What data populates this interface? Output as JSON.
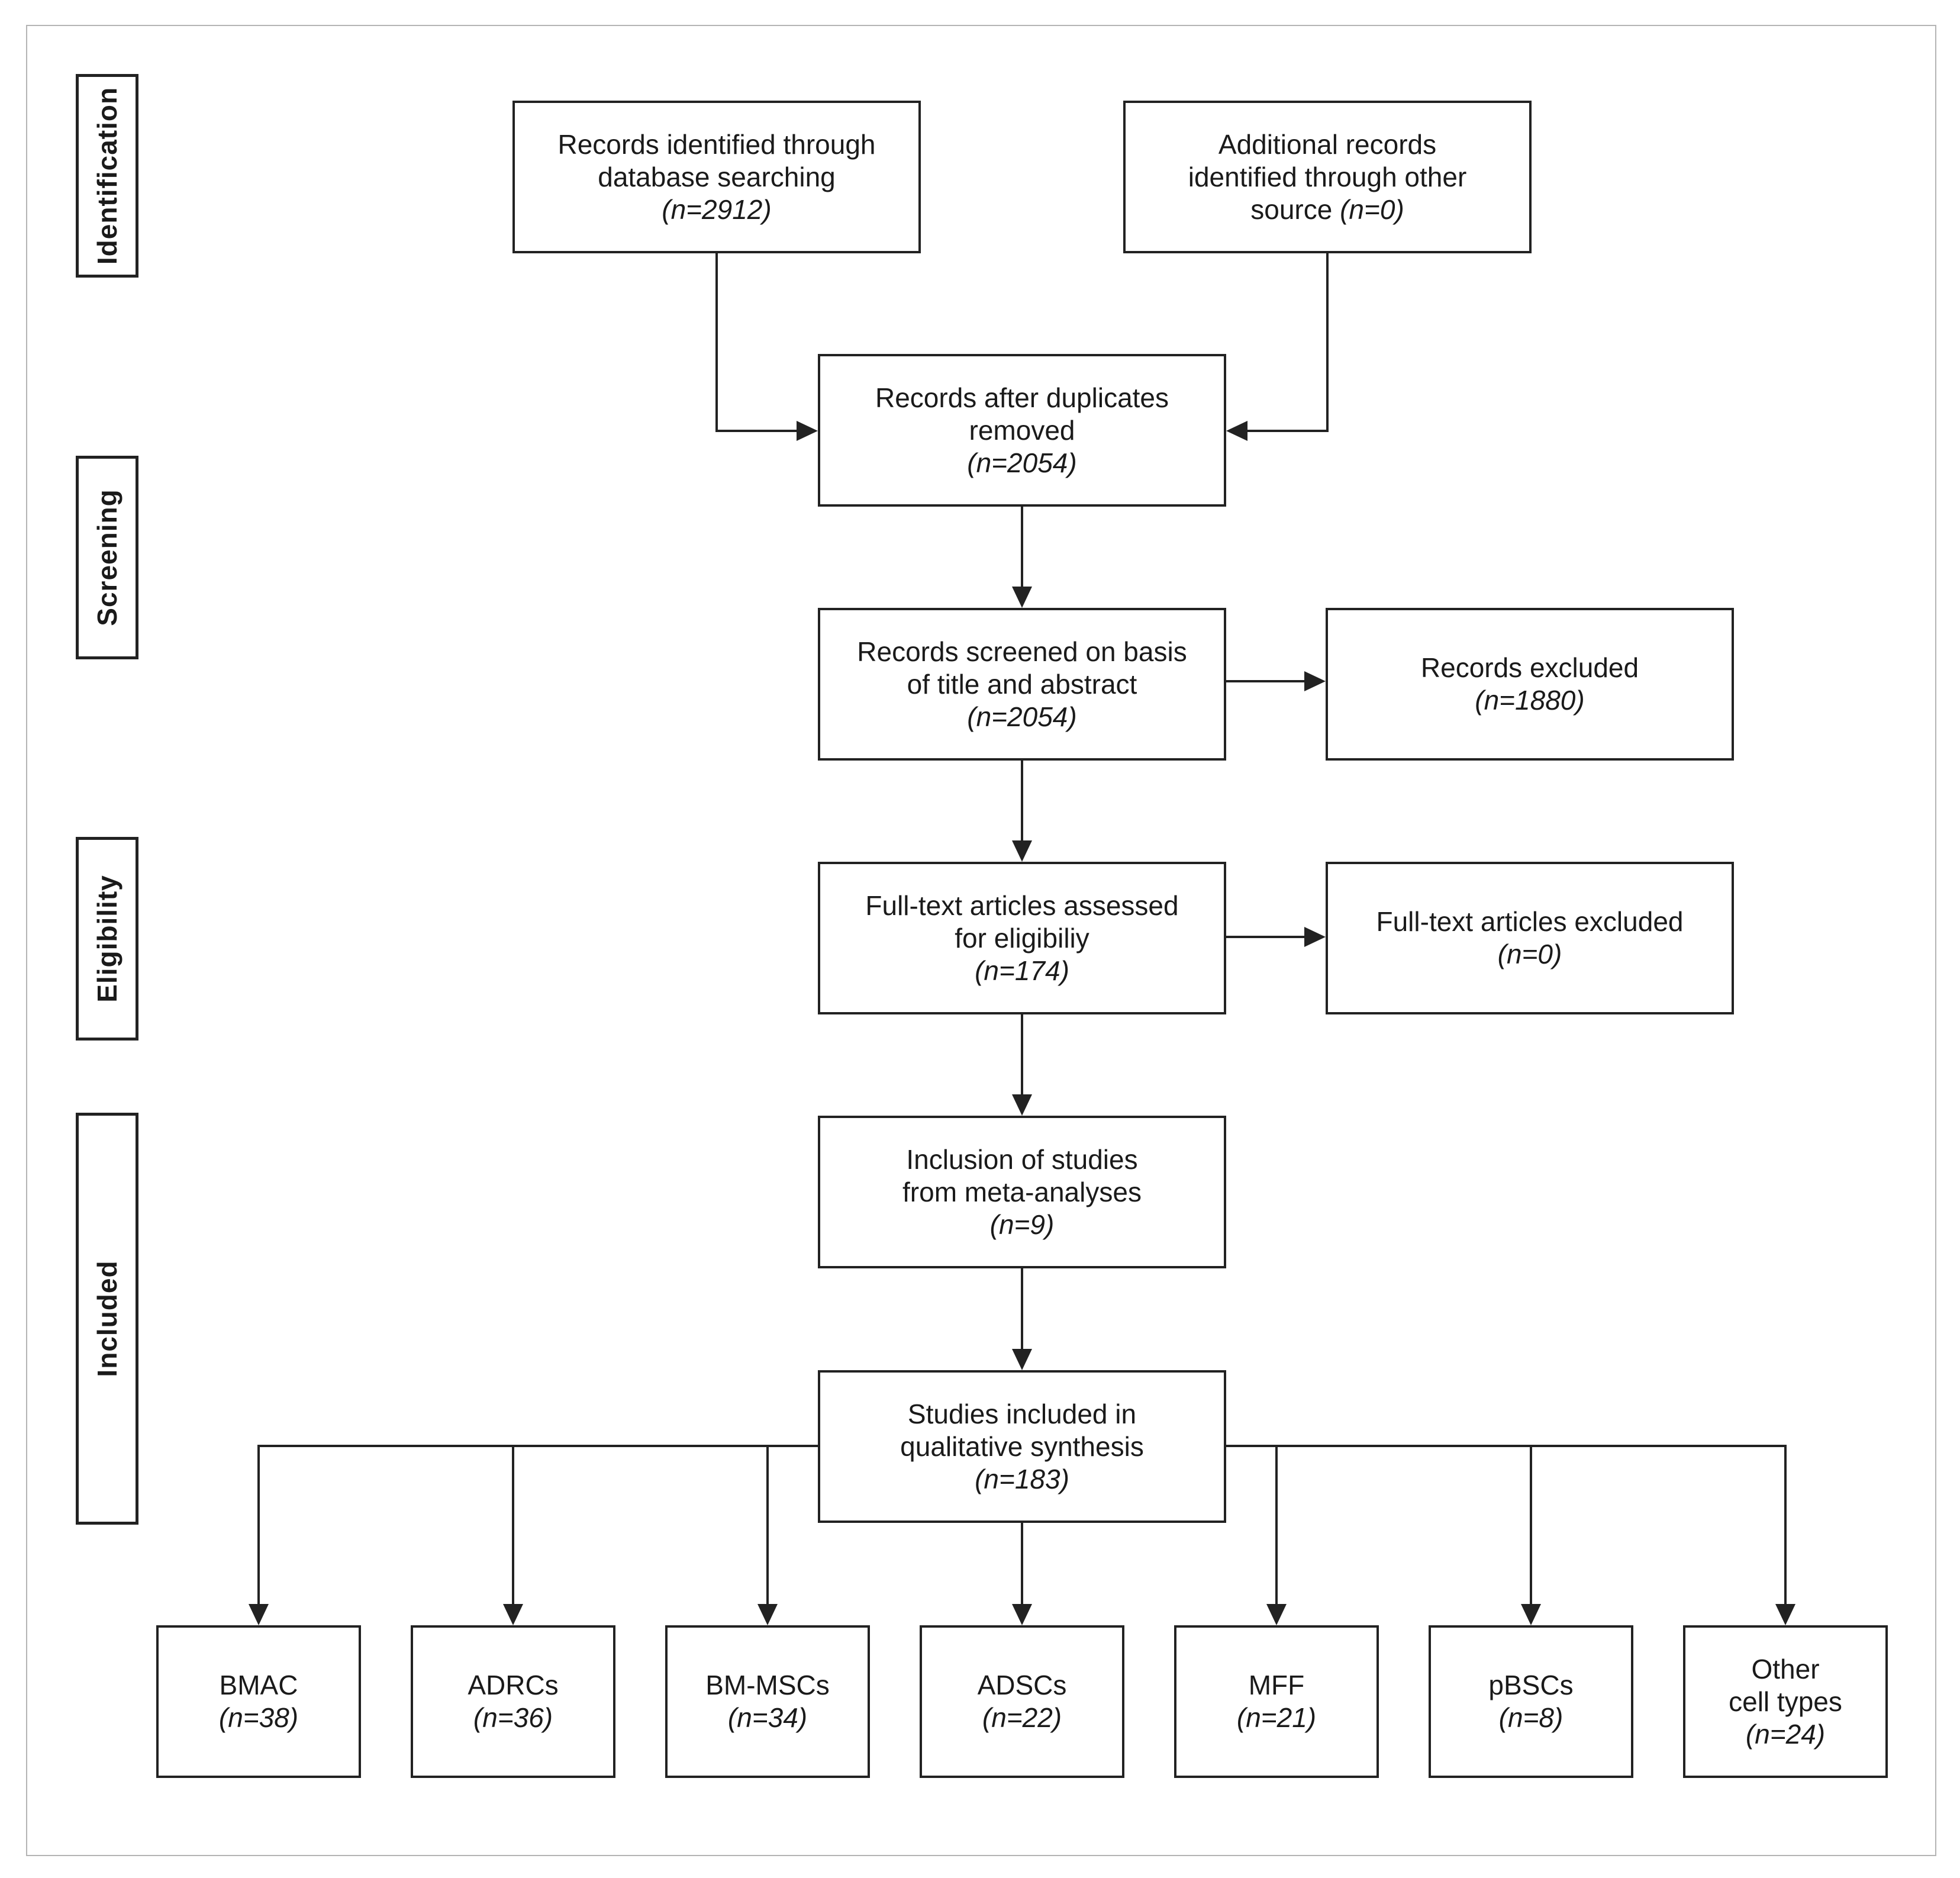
{
  "stages": [
    {
      "id": "identification",
      "label": "Identification"
    },
    {
      "id": "screening",
      "label": "Screening"
    },
    {
      "id": "eligibility",
      "label": "Eligibility"
    },
    {
      "id": "included",
      "label": "Included"
    }
  ],
  "boxes": {
    "db_search": {
      "lines": [
        "Records identified through",
        "database searching"
      ],
      "n": "(n=2912)"
    },
    "other_source": {
      "lines": [
        "Additional records",
        "identified through other"
      ],
      "last_text": "source ",
      "n": "(n=0)"
    },
    "after_duplicates": {
      "lines": [
        "Records after duplicates",
        "removed"
      ],
      "n": "(n=2054)"
    },
    "screened": {
      "lines": [
        "Records screened on basis",
        "of title and abstract"
      ],
      "n": "(n=2054)"
    },
    "excluded": {
      "lines": [
        "Records excluded"
      ],
      "n": "(n=1880)"
    },
    "fulltext_assessed": {
      "lines": [
        "Full-text articles assessed",
        "for eligibiliy"
      ],
      "n": "(n=174)"
    },
    "fulltext_excluded": {
      "lines": [
        "Full-text articles excluded"
      ],
      "n": "(n=0)"
    },
    "meta_inclusion": {
      "lines": [
        "Inclusion of studies",
        "from meta-analyses"
      ],
      "n": "(n=9)"
    },
    "qualitative": {
      "lines": [
        "Studies included in",
        "qualitative synthesis"
      ],
      "n": "(n=183)"
    }
  },
  "cell_types": [
    {
      "lines": [
        "BMAC"
      ],
      "n": "(n=38)"
    },
    {
      "lines": [
        "ADRCs"
      ],
      "n": "(n=36)"
    },
    {
      "lines": [
        "BM-MSCs"
      ],
      "n": "(n=34)"
    },
    {
      "lines": [
        "ADSCs"
      ],
      "n": "(n=22)"
    },
    {
      "lines": [
        "MFF"
      ],
      "n": "(n=21)"
    },
    {
      "lines": [
        "pBSCs"
      ],
      "n": "(n=8)"
    },
    {
      "lines": [
        "Other",
        "cell types"
      ],
      "n": "(n=24)"
    }
  ]
}
